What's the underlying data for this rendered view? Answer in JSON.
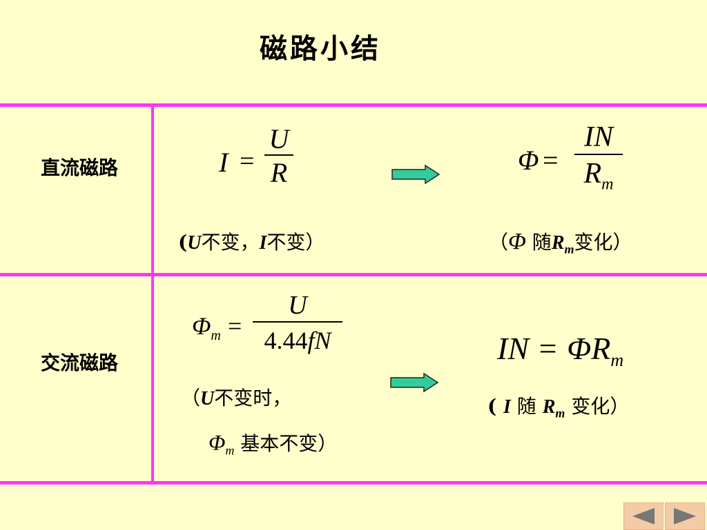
{
  "slide": {
    "title": "磁路小结",
    "rows": [
      {
        "label": "直流磁路",
        "left_formula": {
          "lhs": "I",
          "eq": "=",
          "num": "U",
          "den": "R"
        },
        "left_note": {
          "open": "(",
          "var1": "U",
          "t1": "不变，",
          "var2": "I",
          "t2": "不变）"
        },
        "right_formula": {
          "lhs": "Φ",
          "eq": "=",
          "num": "IN",
          "den": "R",
          "den_sub": "m"
        },
        "right_note": {
          "open": "（",
          "var1": "Φ",
          "t1": " 随",
          "var2": "R",
          "var2_sub": "m",
          "t2": "变化）"
        }
      },
      {
        "label": "交流磁路",
        "left_formula": {
          "lhs": "Φ",
          "lhs_sub": "m",
          "eq": "=",
          "num": "U",
          "den_num": "4.44",
          "den_var": "fN"
        },
        "left_note_line1": {
          "open": "（",
          "var1": "U",
          "t1": "不变时，"
        },
        "left_note_line2": {
          "var": "Φ",
          "var_sub": "m",
          "text": " 基本不变）"
        },
        "right_formula": {
          "lhs": "IN",
          "eq": "=",
          "rhs1": "Φ",
          "rhs2": "R",
          "rhs2_sub": "m"
        },
        "right_note": {
          "open": "( ",
          "var1": "I",
          "t1": " 随 ",
          "var2": "R",
          "var2_sub": "m",
          "t2": " 变化）"
        }
      }
    ]
  },
  "colors": {
    "background": "#ffffcc",
    "divider": "#ff33ff",
    "arrow_fill": "#33cc99",
    "nav_button": "#f4cba7"
  },
  "nav": {
    "prev_icon": "triangle-left-icon",
    "next_icon": "triangle-right-icon"
  }
}
